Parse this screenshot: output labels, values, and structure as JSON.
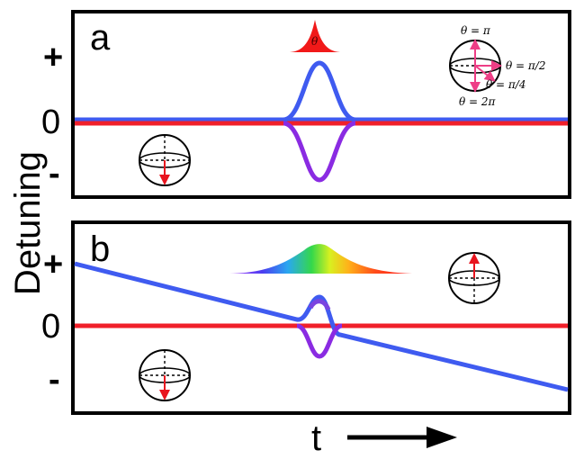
{
  "figure": {
    "y_axis_title": "Detuning",
    "x_axis_title": "t"
  },
  "panel_a": {
    "label": "a",
    "ticks": {
      "plus": "+",
      "zero": "0",
      "minus": "-"
    },
    "pulse_label": "θ",
    "sphere_labels": {
      "pi": "θ = π",
      "half_pi": "θ = π/2",
      "quarter_pi": "θ = π/4",
      "two_pi": "θ = 2π"
    }
  },
  "panel_b": {
    "label": "b",
    "ticks": {
      "plus": "+",
      "zero": "0",
      "minus": "-"
    }
  },
  "colors": {
    "blue_curve": "#3f5bf0",
    "red_curve": "#f0202a",
    "purple": "#8a2be2",
    "arrow_red": "#e8141e",
    "arrow_pink": "#ee3e86"
  },
  "icons": {
    "sphere": "bloch-sphere-icon",
    "arrow": "time-arrow-icon"
  }
}
